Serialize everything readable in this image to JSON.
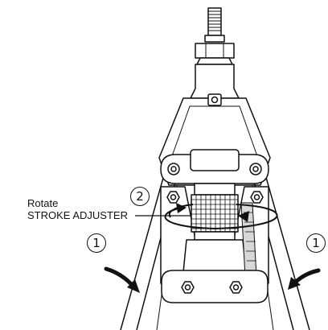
{
  "annotations": {
    "rotate_label": "Rotate",
    "stroke_adjuster_label": "STROKE ADJUSTER",
    "step_1_left": "1",
    "step_2": "2",
    "step_1_right": "1"
  },
  "icons": [
    "clockwise-rotation-arrow-icon",
    "curved-arrow-icon",
    "hex-bolt-icon",
    "knurled-knob-icon"
  ],
  "colors": {
    "line": "#111111",
    "fill": "#ffffff",
    "panel": "#d8d8d8"
  }
}
